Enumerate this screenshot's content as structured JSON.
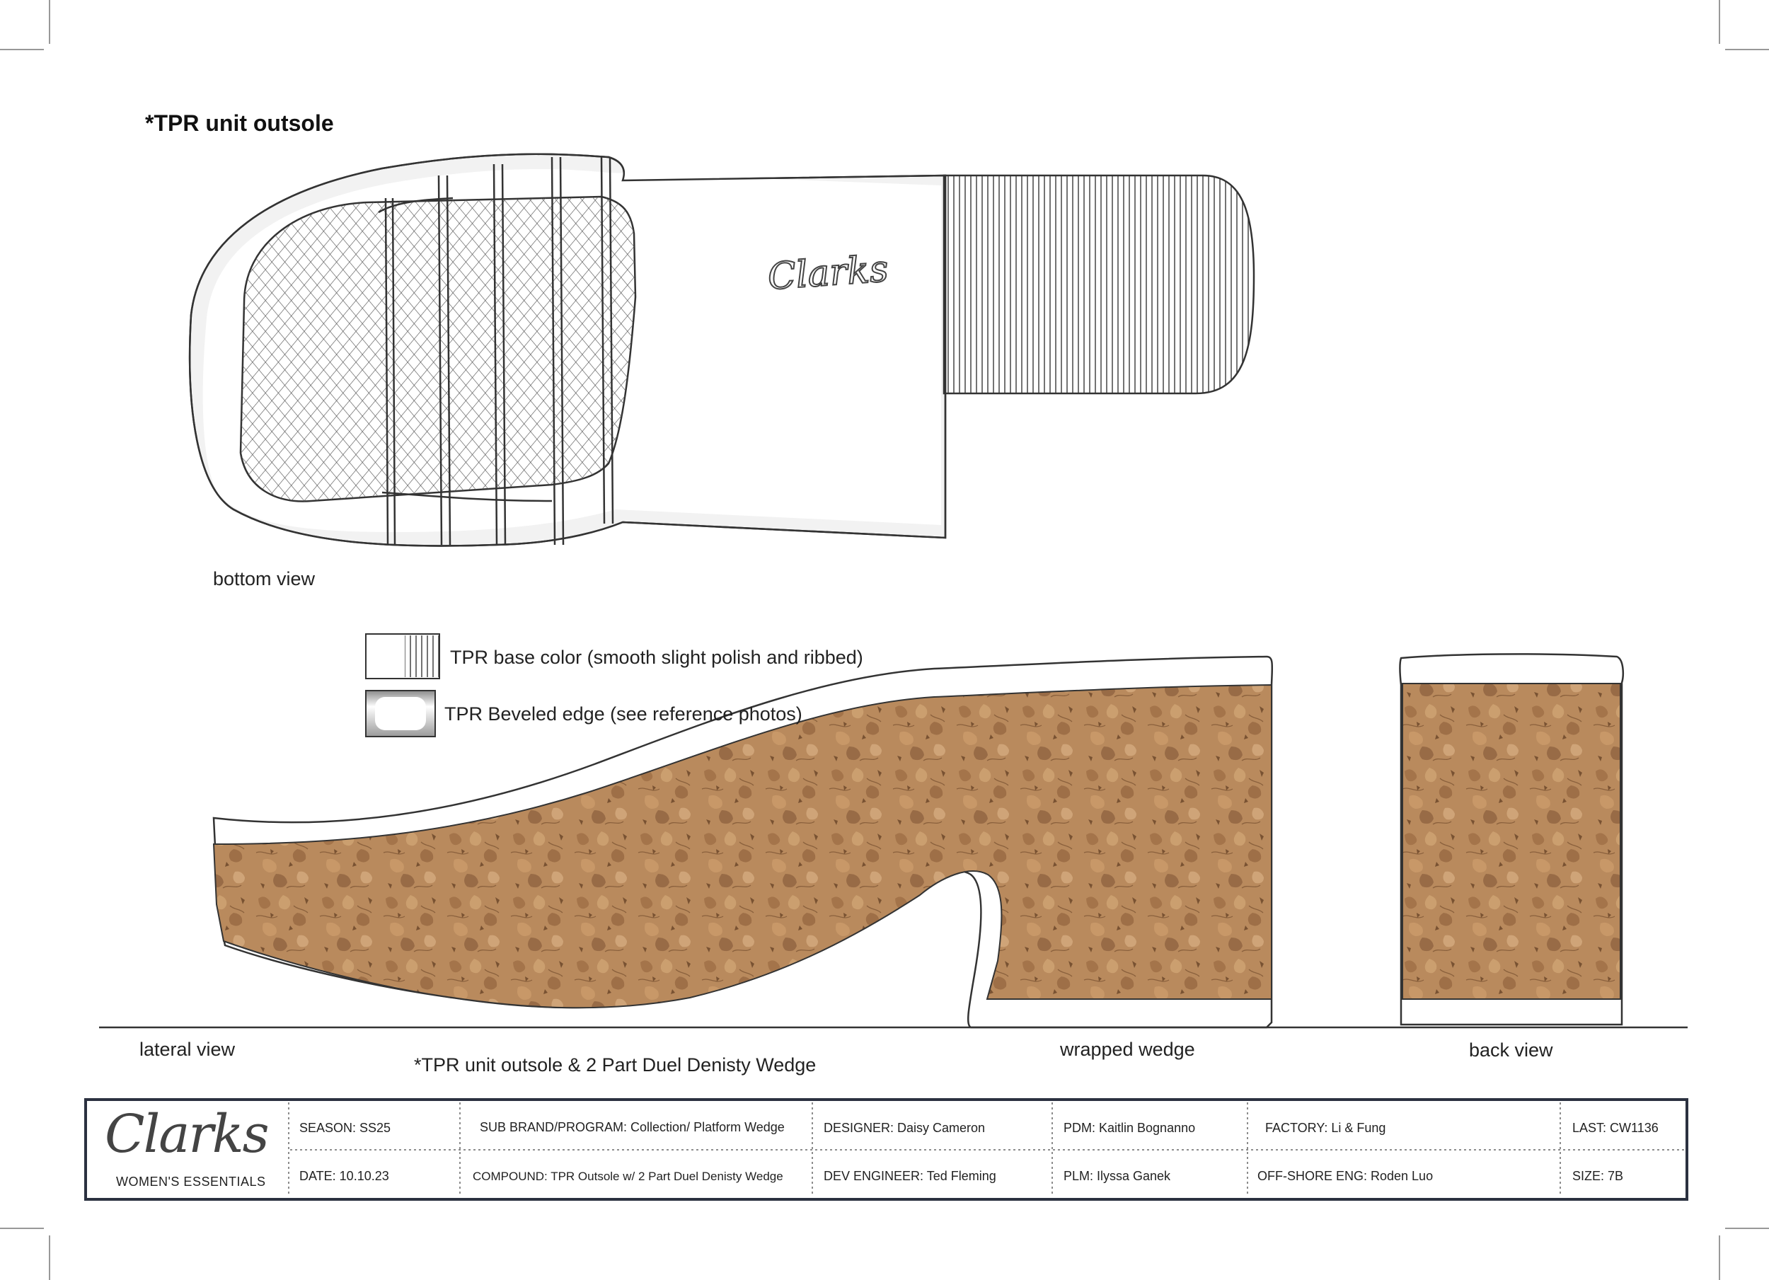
{
  "header": {
    "title": "*TPR unit outsole"
  },
  "views": {
    "bottom_label": "bottom view",
    "lateral_label": "lateral view",
    "wrapped_label": "wrapped wedge",
    "back_label": "back view",
    "caption": "*TPR unit outsole & 2 Part Duel Denisty Wedge"
  },
  "sole_logo": "Clarks",
  "legend": [
    {
      "text": "TPR base color (smooth slight polish and ribbed)"
    },
    {
      "text": "TPR Beveled edge (see reference photos)"
    }
  ],
  "colors": {
    "cork_base": "#b98a5d",
    "cork_dark": "#7a5030",
    "outline": "#333333",
    "titleblock_border": "#2b3140"
  },
  "title_block": {
    "logo": "Clarks",
    "sub": "WOMEN'S ESSENTIALS",
    "season": "SEASON: SS25",
    "date": "DATE:  10.10.23",
    "sub_brand": "SUB BRAND/PROGRAM: Collection/ Platform Wedge",
    "compound": "COMPOUND: TPR Outsole w/ 2 Part Duel Denisty Wedge",
    "designer": "DESIGNER:  Daisy Cameron",
    "dev_engineer": "DEV ENGINEER:  Ted Fleming",
    "pdm": "PDM:  Kaitlin Bognanno",
    "plm": "PLM:  Ilyssa Ganek",
    "factory": "FACTORY:  Li & Fung",
    "offshore": "OFF-SHORE ENG: Roden Luo",
    "last": "LAST: CW1136",
    "size": "SIZE: 7B"
  }
}
